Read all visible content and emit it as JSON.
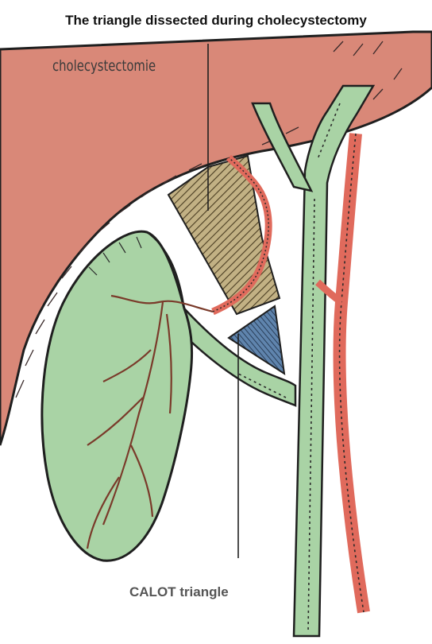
{
  "title": "The triangle dissected during cholecystectomy",
  "labels": {
    "liver": "cholecystectomie",
    "triangle": "CALOT triangle"
  },
  "colors": {
    "liver": "#d98878",
    "gallbladder": "#a9d3a5",
    "artery": "#e06a5c",
    "hatched_area": "#b8a67a",
    "calot_triangle": "#5a7fa8",
    "outline": "#1f1f1f"
  }
}
